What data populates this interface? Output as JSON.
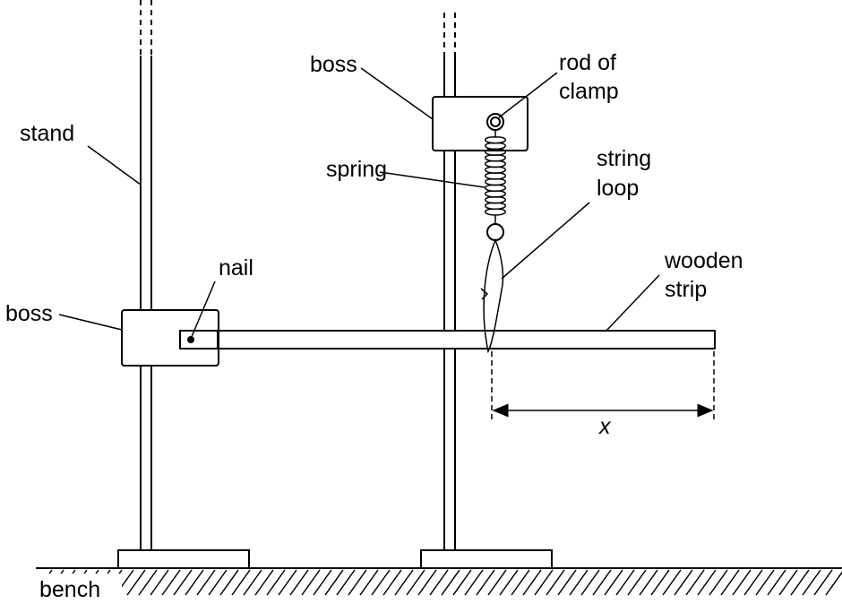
{
  "labels": {
    "stand": "stand",
    "boss_left": "boss",
    "nail": "nail",
    "boss_top": "boss",
    "rod_of_clamp_line1": "rod of",
    "rod_of_clamp_line2": "clamp",
    "spring": "spring",
    "string_loop_line1": "string",
    "string_loop_line2": "loop",
    "wooden_strip_line1": "wooden",
    "wooden_strip_line2": "strip",
    "x": "x",
    "bench": "bench"
  }
}
